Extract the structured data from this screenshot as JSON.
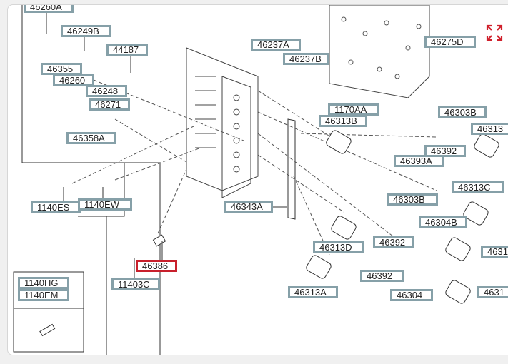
{
  "expand_icon": "expand-arrows-icon",
  "accent_color": "#c8202c",
  "label_border_color": "#86a0a8",
  "parts": [
    {
      "id": "p0",
      "code": "46260A"
    },
    {
      "id": "p1",
      "code": "46249B"
    },
    {
      "id": "p2",
      "code": "44187"
    },
    {
      "id": "p3",
      "code": "46355"
    },
    {
      "id": "p4",
      "code": "46260"
    },
    {
      "id": "p5",
      "code": "46248"
    },
    {
      "id": "p6",
      "code": "46271"
    },
    {
      "id": "p7",
      "code": "46358A"
    },
    {
      "id": "p8",
      "code": "46237A"
    },
    {
      "id": "p9",
      "code": "46237B"
    },
    {
      "id": "p10",
      "code": "46275D"
    },
    {
      "id": "p11",
      "code": "1170AA"
    },
    {
      "id": "p12",
      "code": "46313B"
    },
    {
      "id": "p13",
      "code": "46303B"
    },
    {
      "id": "p14",
      "code": "46313"
    },
    {
      "id": "p15",
      "code": "46392"
    },
    {
      "id": "p16",
      "code": "46393A"
    },
    {
      "id": "p17",
      "code": "46313C"
    },
    {
      "id": "p18",
      "code": "46303B"
    },
    {
      "id": "p19",
      "code": "46304B"
    },
    {
      "id": "p20",
      "code": "46343A"
    },
    {
      "id": "p21",
      "code": "46313D"
    },
    {
      "id": "p22",
      "code": "46392"
    },
    {
      "id": "p23",
      "code": "4631"
    },
    {
      "id": "p24",
      "code": "46386",
      "selected": true
    },
    {
      "id": "p25",
      "code": "11403C"
    },
    {
      "id": "p26",
      "code": "46392"
    },
    {
      "id": "p27",
      "code": "46304"
    },
    {
      "id": "p28",
      "code": "46313A"
    },
    {
      "id": "p29",
      "code": "4631"
    },
    {
      "id": "p30",
      "code": "1140ES"
    },
    {
      "id": "p31",
      "code": "1140EW"
    },
    {
      "id": "p32",
      "code": "1140HG"
    },
    {
      "id": "p33",
      "code": "1140EM"
    }
  ]
}
